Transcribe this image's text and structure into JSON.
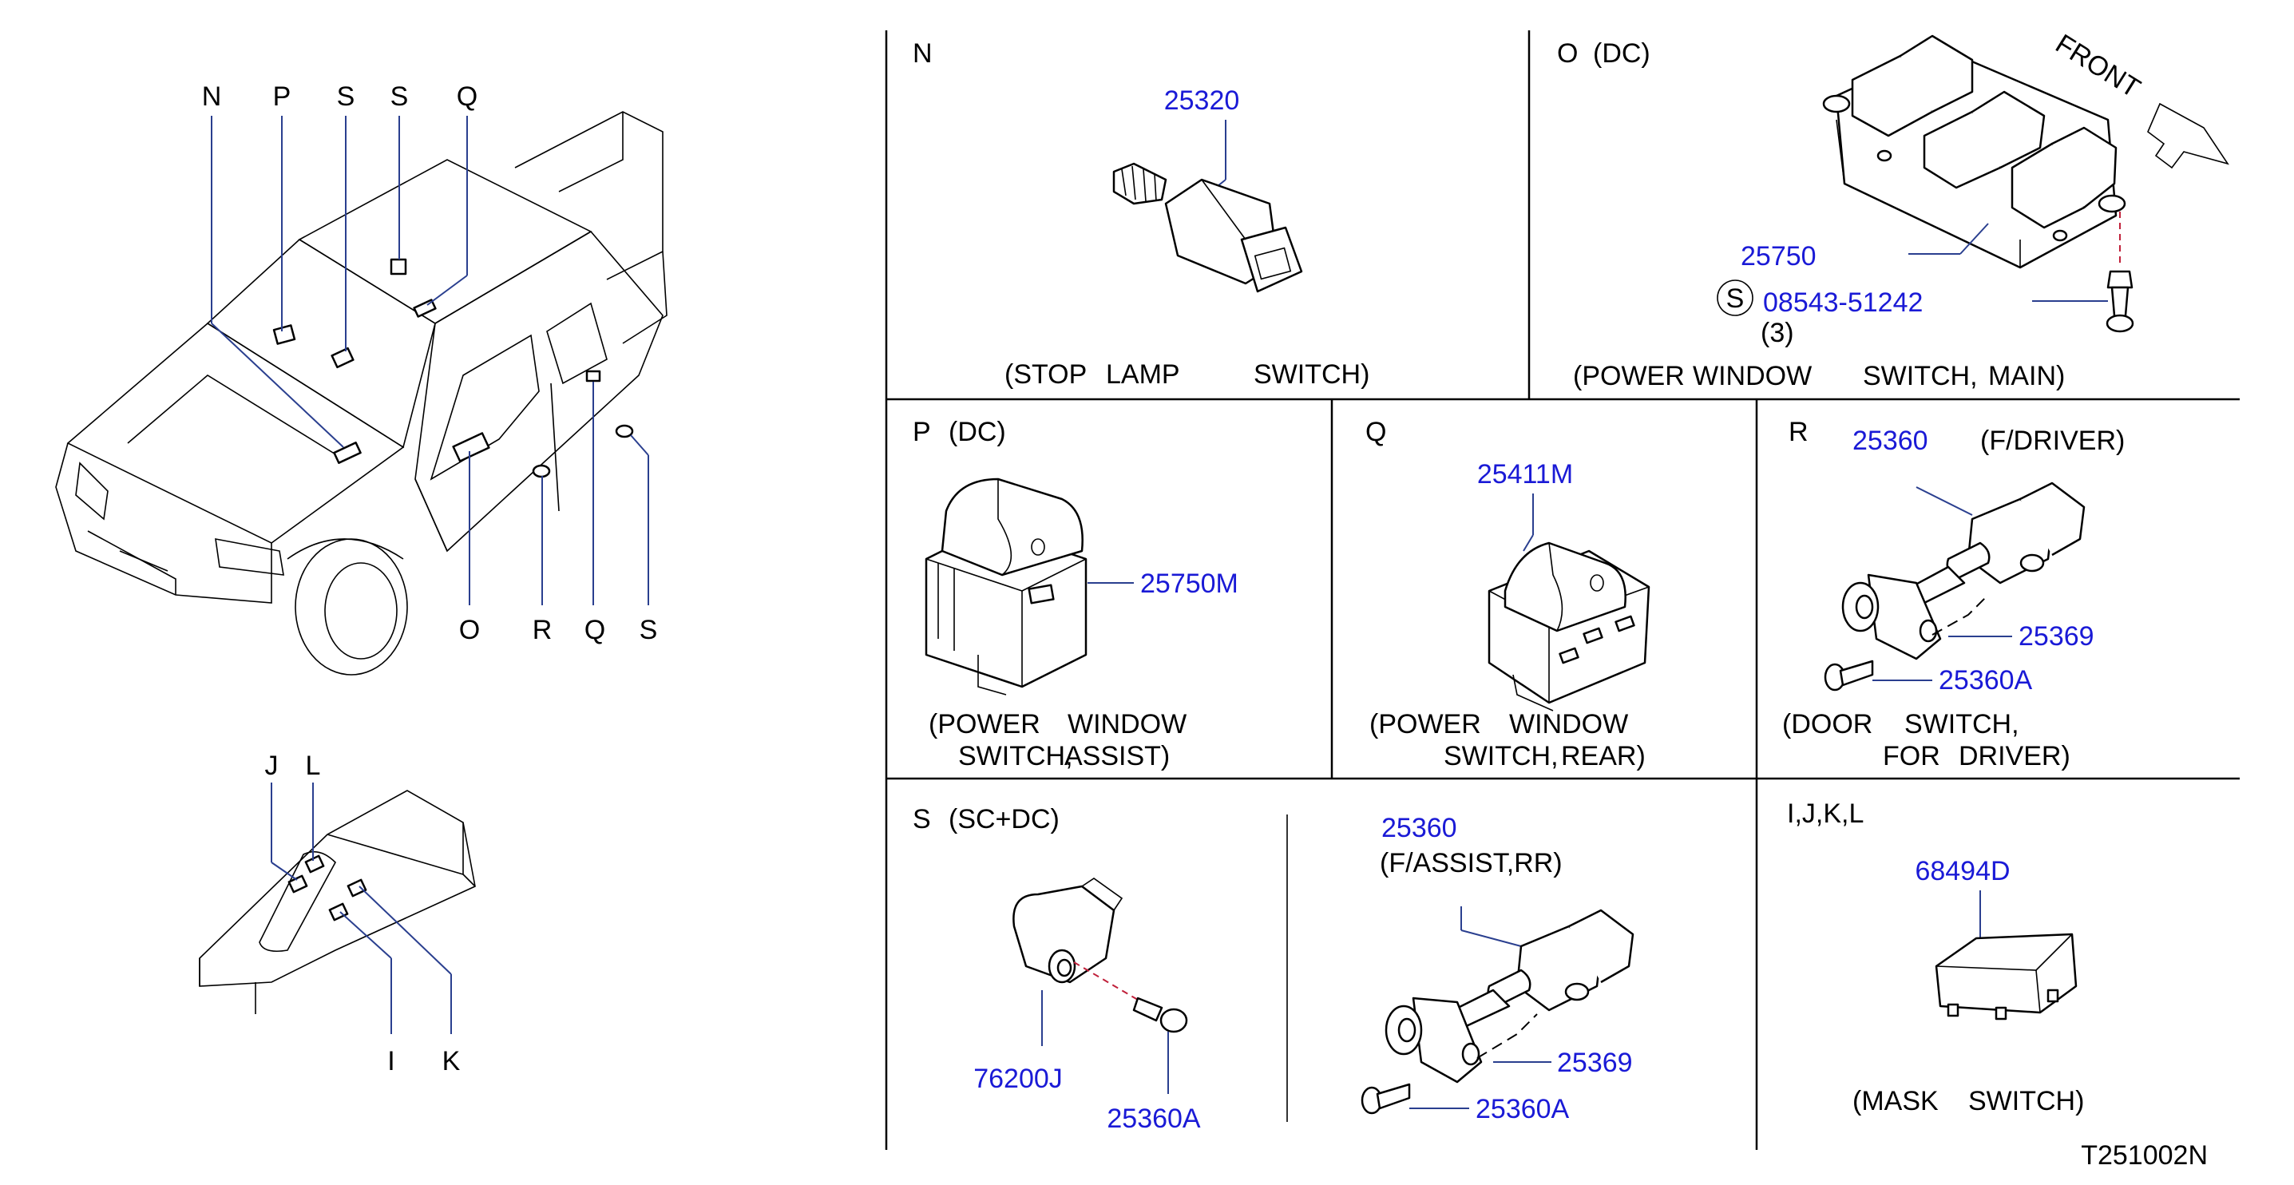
{
  "diagram_code": "T251002N",
  "colors": {
    "part_number": "#1a1ad6",
    "leader": "#2a3f8f",
    "dash": "#c0203a"
  },
  "car_view": {
    "top_labels": [
      "N",
      "P",
      "S",
      "S",
      "Q"
    ],
    "bottom_labels": [
      "O",
      "R",
      "Q",
      "S"
    ]
  },
  "console_view": {
    "top_labels": [
      "J",
      "L"
    ],
    "bottom_labels": [
      "I",
      "K"
    ]
  },
  "panels": {
    "N": {
      "title": "N",
      "part": "25320",
      "caption": [
        "(STOP",
        "LAMP",
        "SWITCH)"
      ]
    },
    "O": {
      "title": "O",
      "variant": "(DC)",
      "front": "FRONT",
      "part": "25750",
      "screw_mark": "S",
      "screw": "08543-51242",
      "qty": "(3)",
      "caption": [
        "(POWER",
        "WINDOW",
        "SWITCH,",
        "MAIN)"
      ]
    },
    "P": {
      "title": "P",
      "variant": "(DC)",
      "part": "25750M",
      "caption": [
        "(POWER",
        "WINDOW",
        "SWITCH,",
        "ASSIST)"
      ]
    },
    "Q": {
      "title": "Q",
      "part": "25411M",
      "caption": [
        "(POWER",
        "WINDOW",
        "SWITCH,",
        "REAR)"
      ]
    },
    "R": {
      "title": "R",
      "part": "25360",
      "note": "(F/DRIVER)",
      "part2": "25369",
      "part3": "25360A",
      "caption": [
        "(DOOR",
        "SWITCH,",
        "FOR",
        "DRIVER)"
      ]
    },
    "S": {
      "title": "S",
      "variant": "(SC+DC)",
      "part_a": "76200J",
      "part_b": "25360A",
      "part_c": "25360",
      "note_c": "(F/ASSIST,RR)",
      "part_d": "25369",
      "part_e": "25360A"
    },
    "IJKL": {
      "title": "I,J,K,L",
      "part": "68494D",
      "caption": [
        "(MASK",
        "SWITCH)"
      ]
    }
  }
}
